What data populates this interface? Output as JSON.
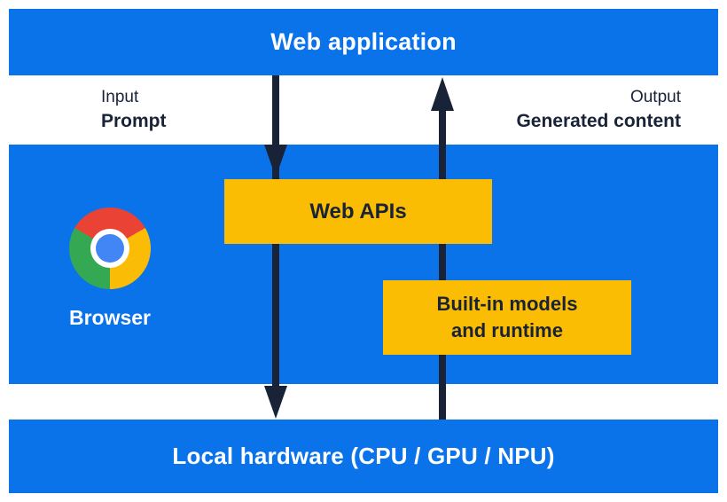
{
  "colors": {
    "bar_blue": "#0b73ea",
    "box_yellow": "#fbbc04",
    "text_navy": "#192338",
    "text_white": "#ffffff",
    "chrome_red": "#ea4335",
    "chrome_yellow": "#fbbc05",
    "chrome_green": "#34a853",
    "chrome_blue": "#4285f4"
  },
  "top_bar": {
    "label": "Web application"
  },
  "io_band": {
    "input_label": "Input",
    "input_value": "Prompt",
    "output_label": "Output",
    "output_value": "Generated content"
  },
  "browser": {
    "label": "Browser",
    "icon": "chrome-logo-icon"
  },
  "web_apis_box": {
    "label": "Web APIs"
  },
  "builtin_box": {
    "line1": "Built-in models",
    "line2": "and runtime"
  },
  "bottom_bar": {
    "label": "Local hardware (CPU / GPU / NPU)"
  },
  "arrows": [
    {
      "name": "input-flow-arrow",
      "direction": "down",
      "from": "Web application",
      "via": "Web APIs",
      "to": "Local hardware (CPU / GPU / NPU)"
    },
    {
      "name": "output-flow-arrow",
      "direction": "up",
      "from": "Local hardware (CPU / GPU / NPU)",
      "via": "Built-in models and runtime",
      "to": "Web application"
    }
  ]
}
